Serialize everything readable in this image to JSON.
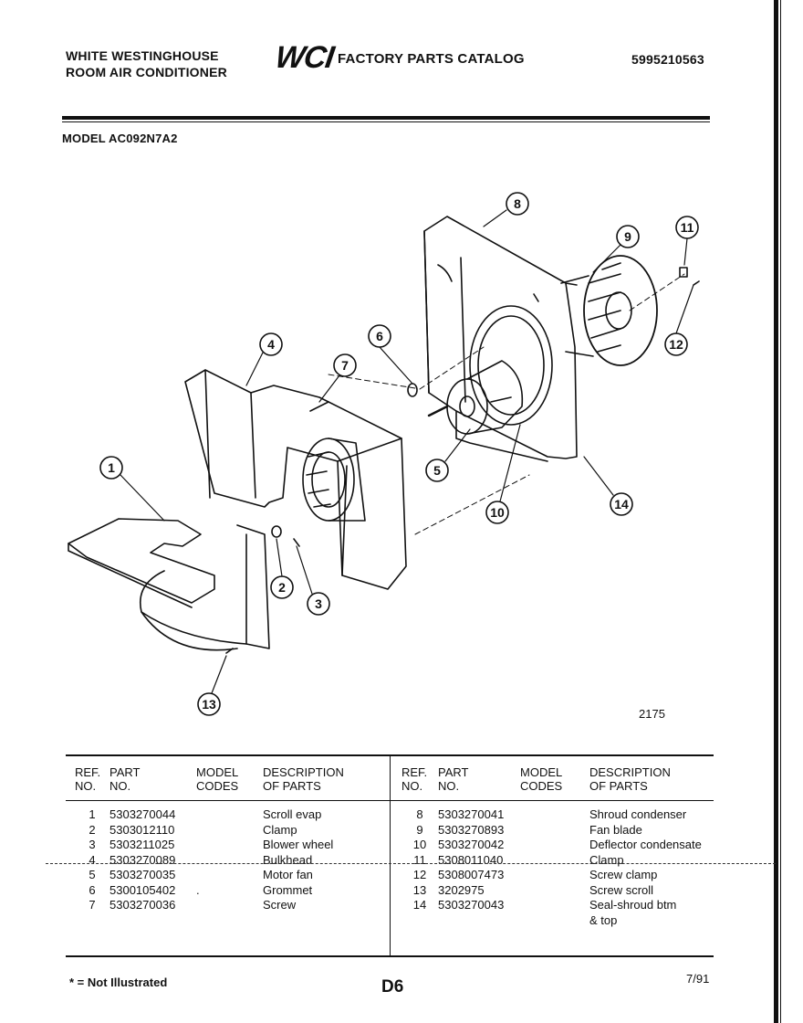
{
  "header": {
    "maker_line1": "WHITE WESTINGHOUSE",
    "maker_line2": "ROOM AIR CONDITIONER",
    "brand_logo": "WCI",
    "catalog_title": "FACTORY PARTS CATALOG",
    "catalog_number": "5995210563",
    "model_label": "MODEL AC092N7A2"
  },
  "diagram": {
    "figure_number": "2175",
    "callouts": [
      "1",
      "2",
      "3",
      "4",
      "5",
      "6",
      "7",
      "8",
      "9",
      "10",
      "11",
      "12",
      "13",
      "14"
    ]
  },
  "table": {
    "headers": {
      "ref_line1": "REF.",
      "ref_line2": "NO.",
      "part_line1": "PART",
      "part_line2": "NO.",
      "model_line1": "MODEL",
      "model_line2": "CODES",
      "desc_line1": "DESCRIPTION",
      "desc_line2": "OF PARTS"
    },
    "left_rows": [
      {
        "ref": "1",
        "part": "5303270044",
        "model": "",
        "desc": "Scroll evap"
      },
      {
        "ref": "2",
        "part": "5303012110",
        "model": "",
        "desc": "Clamp"
      },
      {
        "ref": "3",
        "part": "5303211025",
        "model": "",
        "desc": "Blower wheel"
      },
      {
        "ref": "4",
        "part": "5303270089",
        "model": "",
        "desc": "Bulkhead"
      },
      {
        "ref": "5",
        "part": "5303270035",
        "model": "",
        "desc": "Motor fan"
      },
      {
        "ref": "6",
        "part": "5300105402",
        "model": ".",
        "desc": "Grommet"
      },
      {
        "ref": "7",
        "part": "5303270036",
        "model": "",
        "desc": "Screw"
      }
    ],
    "right_rows": [
      {
        "ref": "8",
        "part": "5303270041",
        "model": "",
        "desc": "Shroud condenser"
      },
      {
        "ref": "9",
        "part": "5303270893",
        "model": "",
        "desc": "Fan blade"
      },
      {
        "ref": "10",
        "part": "5303270042",
        "model": "",
        "desc": "Deflector condensate"
      },
      {
        "ref": "11",
        "part": "5308011040",
        "model": "",
        "desc": "Clamp"
      },
      {
        "ref": "12",
        "part": "5308007473",
        "model": "",
        "desc": "Screw clamp"
      },
      {
        "ref": "13",
        "part": "3202975",
        "model": "",
        "desc": "Screw scroll"
      },
      {
        "ref": "14",
        "part": "5303270043",
        "model": "",
        "desc": "Seal-shroud btm"
      },
      {
        "ref": "",
        "part": "",
        "model": "",
        "desc": "& top"
      }
    ]
  },
  "footer": {
    "legend": "* = Not Illustrated",
    "page": "D6",
    "date": "7/91"
  }
}
